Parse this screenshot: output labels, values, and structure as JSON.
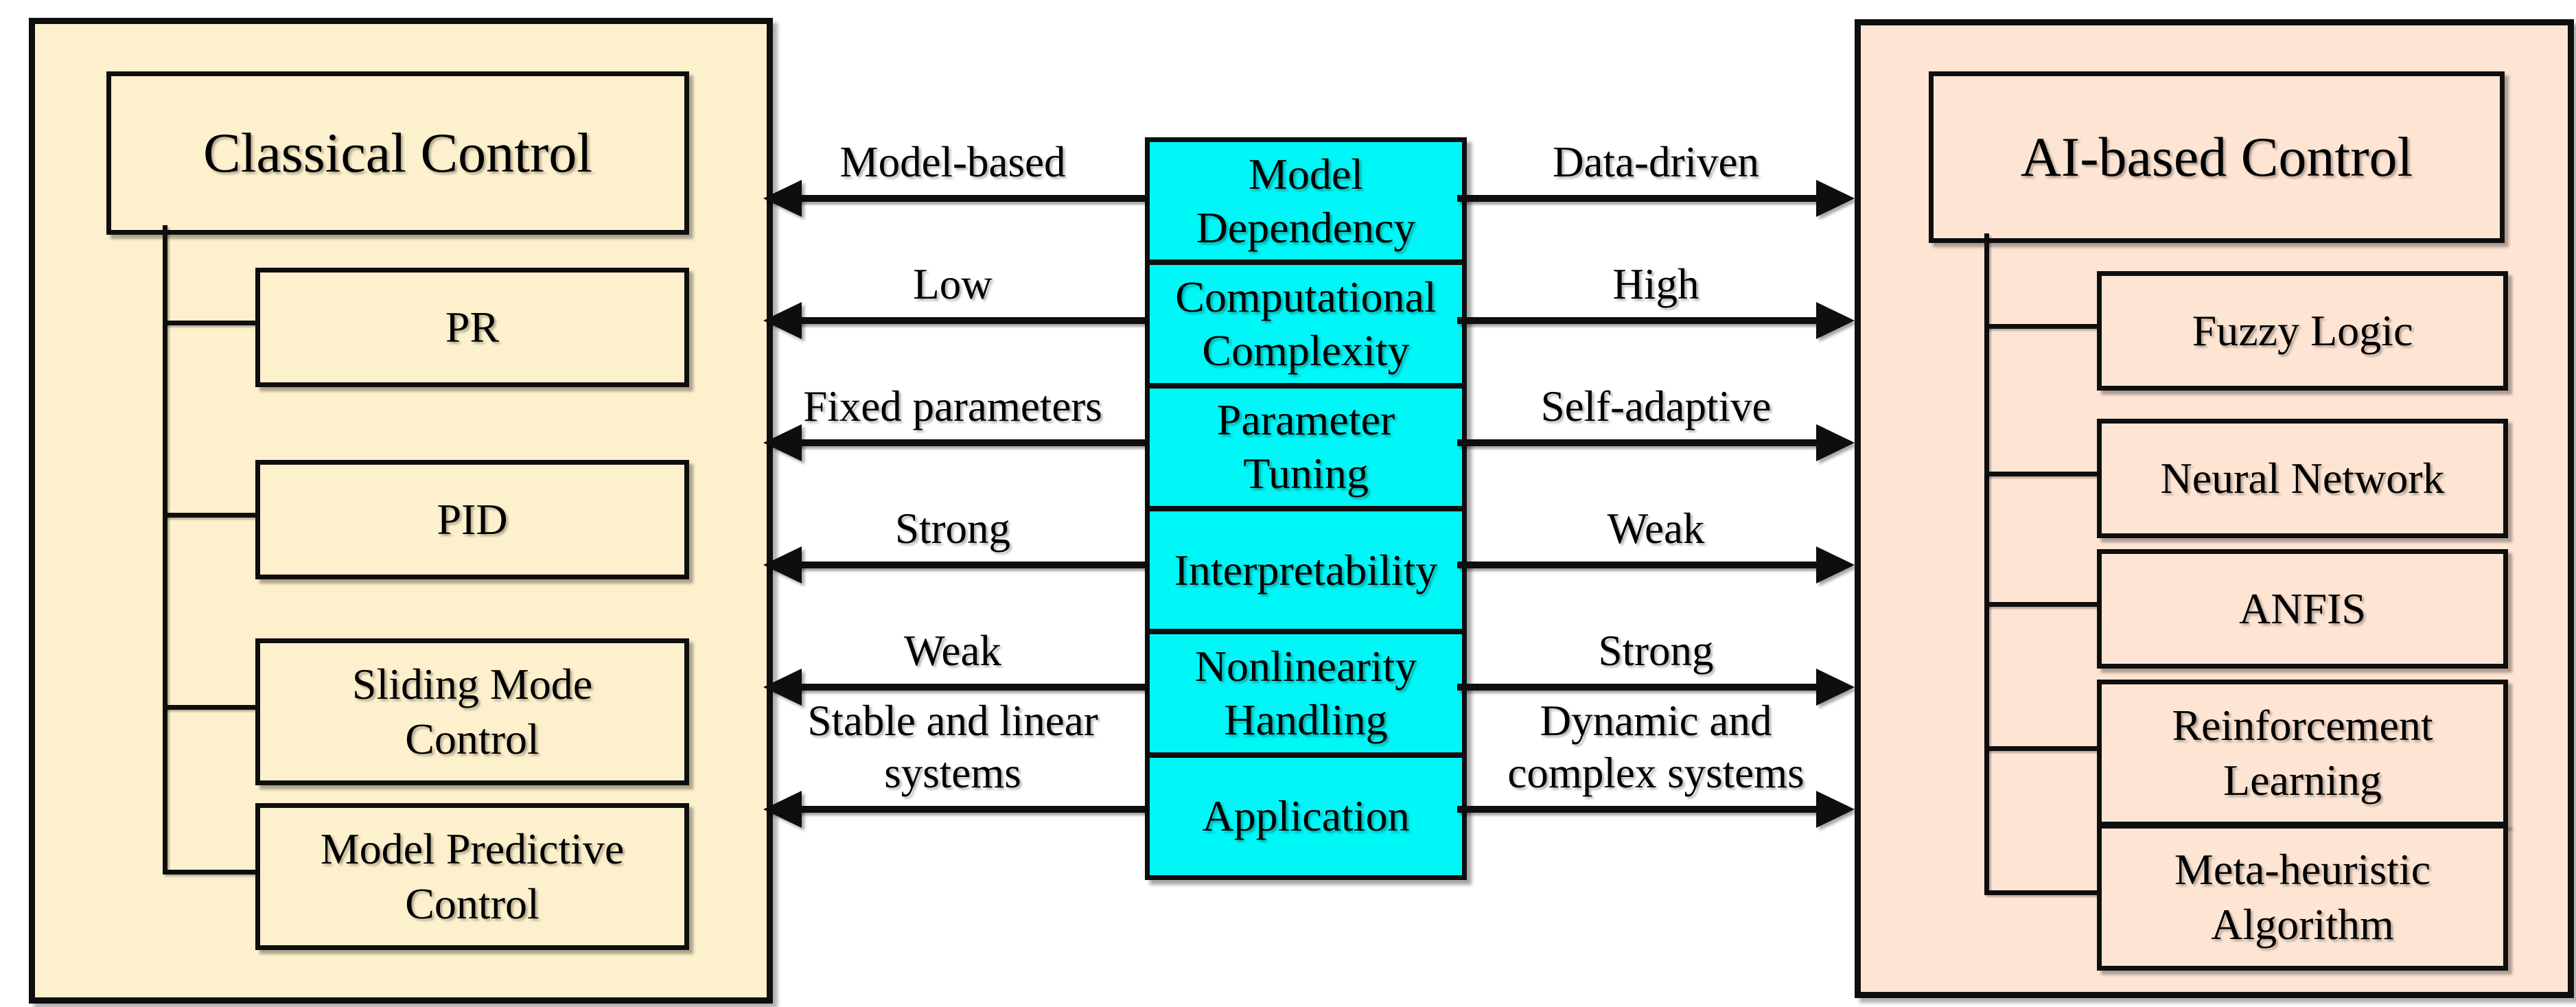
{
  "left_panel": {
    "title": "Classical Control",
    "items": [
      {
        "lines": [
          "PR"
        ]
      },
      {
        "lines": [
          "PID"
        ]
      },
      {
        "lines": [
          "Sliding Mode",
          "Control"
        ]
      },
      {
        "lines": [
          "Model Predictive",
          "Control"
        ]
      }
    ]
  },
  "right_panel": {
    "title": "AI-based Control",
    "items": [
      {
        "lines": [
          "Fuzzy Logic"
        ]
      },
      {
        "lines": [
          "Neural Network"
        ]
      },
      {
        "lines": [
          "ANFIS"
        ]
      },
      {
        "lines": [
          "Reinforcement",
          "Learning"
        ]
      },
      {
        "lines": [
          "Meta-heuristic",
          "Algorithm"
        ]
      }
    ]
  },
  "comparison_rows": [
    {
      "criterion_lines": [
        "Model",
        "Dependency"
      ],
      "classical_lines": [
        "Model-based"
      ],
      "ai_lines": [
        "Data-driven"
      ]
    },
    {
      "criterion_lines": [
        "Computational",
        "Complexity"
      ],
      "classical_lines": [
        "Low"
      ],
      "ai_lines": [
        "High"
      ]
    },
    {
      "criterion_lines": [
        "Parameter",
        "Tuning"
      ],
      "classical_lines": [
        "Fixed parameters"
      ],
      "ai_lines": [
        "Self-adaptive"
      ]
    },
    {
      "criterion_lines": [
        "Interpretability"
      ],
      "classical_lines": [
        "Strong"
      ],
      "ai_lines": [
        "Weak"
      ]
    },
    {
      "criterion_lines": [
        "Nonlinearity",
        "Handling"
      ],
      "classical_lines": [
        "Weak"
      ],
      "ai_lines": [
        "Strong"
      ]
    },
    {
      "criterion_lines": [
        "Application"
      ],
      "classical_lines": [
        "Stable and linear",
        "systems"
      ],
      "ai_lines": [
        "Dynamic and",
        "complex systems"
      ]
    }
  ],
  "colors": {
    "left_panel_bg": "#FDF0CC",
    "right_panel_bg": "#FEE5D3",
    "criteria_bg": "#00F7F7",
    "border": "#0E0E0E",
    "text": "#000000",
    "canvas_bg": "#FFFFFF"
  }
}
